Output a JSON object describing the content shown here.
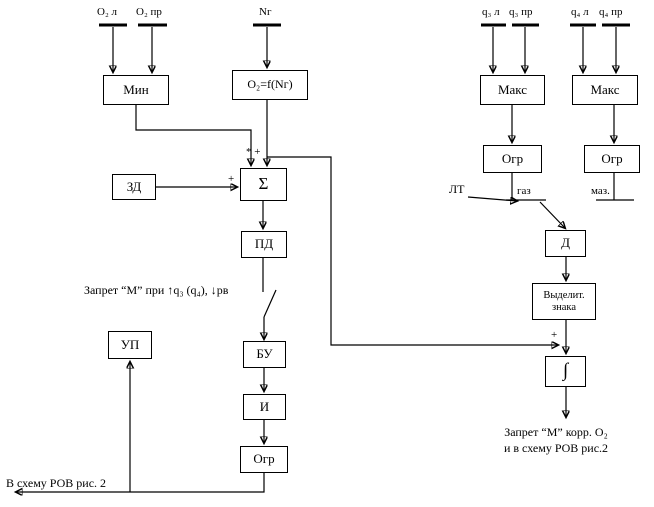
{
  "diagram": {
    "inputs": {
      "o2_l": "О₂ л",
      "o2_pr": "О₂ пр",
      "ng": "Nг",
      "q3_l": "q₃ л",
      "q3_pr": "q₃ пр",
      "q4_l": "q₄ л",
      "q4_pr": "q₄ пр"
    },
    "blocks": {
      "min": "Мин",
      "o2_fn": "О₂=f(Nг)",
      "zd": "ЗД",
      "sum": "Σ",
      "pd": "ПД",
      "bu": "БУ",
      "i": "И",
      "ogr_left": "Огр",
      "up": "УП",
      "max_q3": "Макс",
      "max_q4": "Макс",
      "ogr_q3": "Огр",
      "ogr_q4": "Огр",
      "d": "Д",
      "sign_extract_line1": "Выделит.",
      "sign_extract_line2": "знака",
      "integrator": "∫"
    },
    "labels": {
      "lt": "ЛТ",
      "gas": "газ",
      "mazut": "маз.",
      "inhibit_note": "Запрет “М” при ↑q₃ (q₄), ↓pв",
      "to_rov_left": "В схему РОВ  рис. 2",
      "output_note_line1": "Запрет “М” корр. О₂",
      "output_note_line2": "и в схему РОВ рис.2",
      "sum_sign_marks": "* +",
      "zd_sign": "+",
      "integrator_sign": "+"
    }
  }
}
